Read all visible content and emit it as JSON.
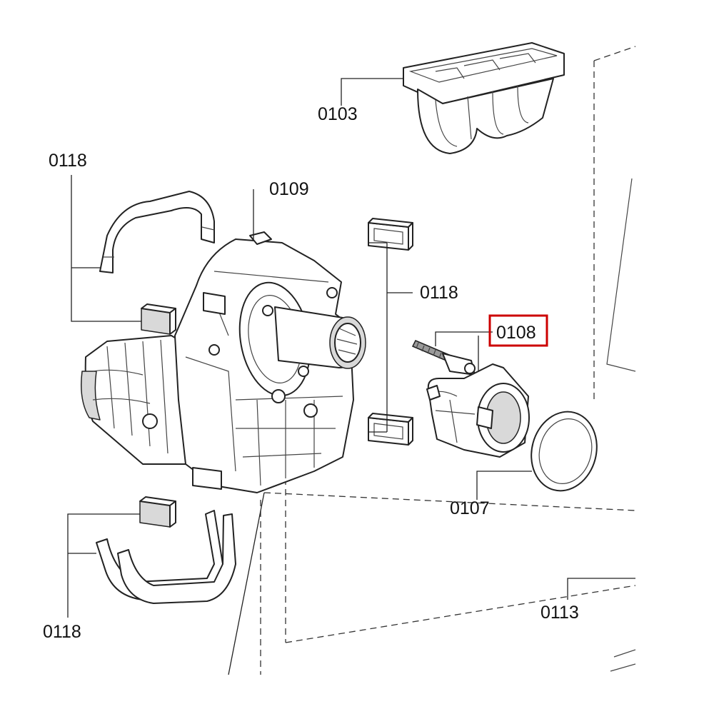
{
  "diagram": {
    "callouts": {
      "p0103": "0103",
      "p0118_top_left": "0118",
      "p0109": "0109",
      "p0118_right": "0118",
      "p0108": "0108",
      "p0107": "0107",
      "p0118_bottom_left": "0118",
      "p0113": "0113"
    },
    "highlighted_part": "0108",
    "colors": {
      "line": "#222222",
      "shade": "#d9d9d9",
      "highlight": "#cc0000"
    }
  }
}
